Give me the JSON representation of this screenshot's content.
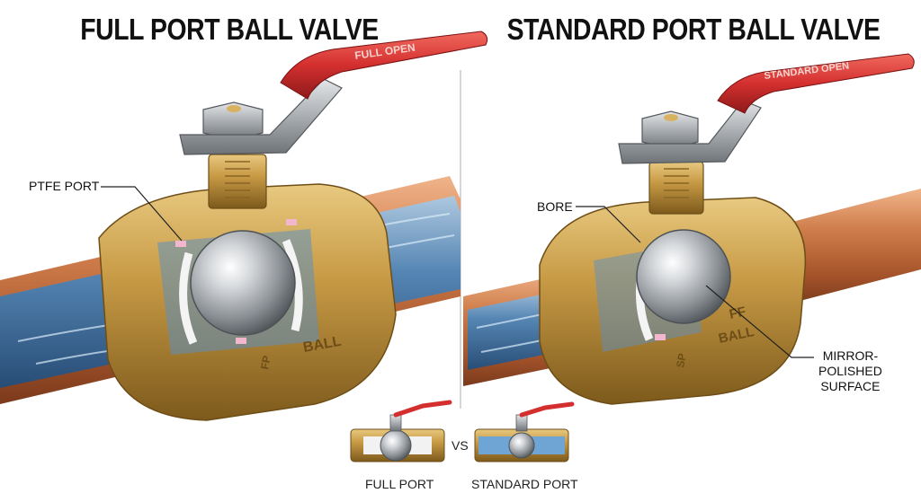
{
  "titles": {
    "left": "FULL PORT BALL VALVE",
    "right": "STANDARD PORT BALL VALVE"
  },
  "handles": {
    "left_text": "FULL OPEN",
    "right_text": "STANDARD OPEN"
  },
  "body_stamps": {
    "left": "BALL",
    "left_side": "FP",
    "right": "BALL",
    "right_side": "SP",
    "right_top": "FF"
  },
  "callouts": {
    "ptfe": "PTFE PORT",
    "bore": "BORE",
    "surface_lines": [
      "MIRROR-",
      "POLISHED",
      "SURFACE"
    ]
  },
  "comparison": {
    "left_caption": "FULL PORT",
    "vs": "VS",
    "right_caption": "STANDARD PORT"
  },
  "colors": {
    "brass": "#c79a45",
    "copper": "#c8703f",
    "water": "#4a86bd",
    "handle": "#d42f2f",
    "steel": "#b9bcbf"
  }
}
